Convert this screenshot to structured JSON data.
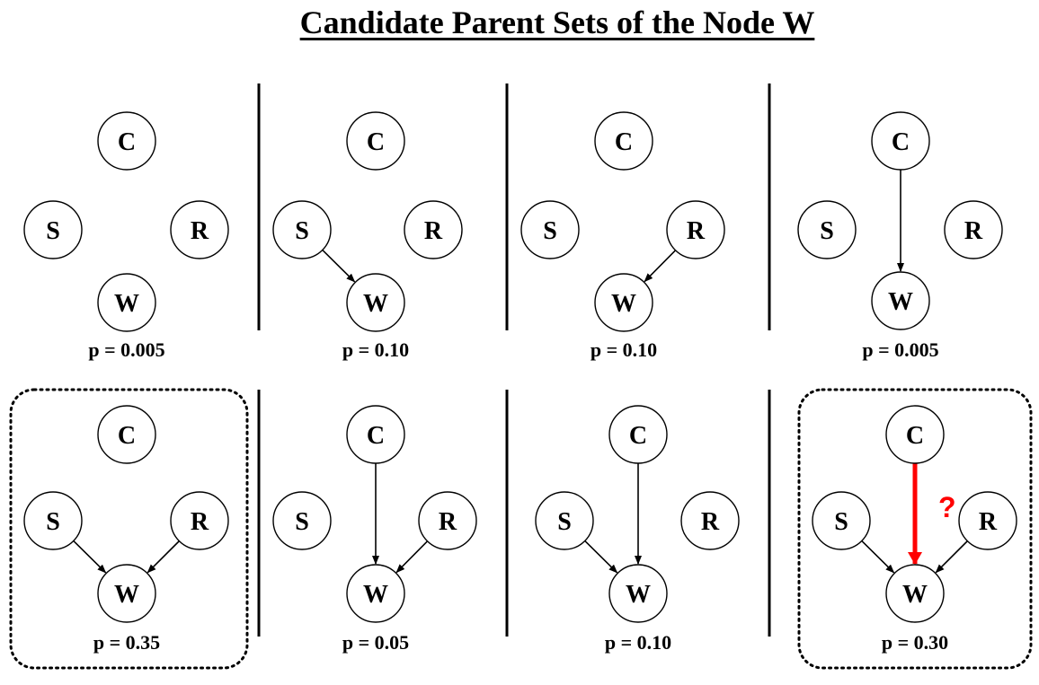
{
  "title": "Candidate Parent Sets of the Node W",
  "colors": {
    "ink": "#000000",
    "highlight": "#ff0000"
  },
  "nodes": [
    "C",
    "S",
    "R",
    "W"
  ],
  "panels": [
    {
      "parents": [],
      "probability": "p = 0.005",
      "highlighted": false
    },
    {
      "parents": [
        "S"
      ],
      "probability": "p = 0.10",
      "highlighted": false
    },
    {
      "parents": [
        "R"
      ],
      "probability": "p = 0.10",
      "highlighted": false
    },
    {
      "parents": [
        "C"
      ],
      "probability": "p = 0.005",
      "highlighted": false
    },
    {
      "parents": [
        "S",
        "R"
      ],
      "probability": "p = 0.35",
      "highlighted": true
    },
    {
      "parents": [
        "C",
        "R"
      ],
      "probability": "p = 0.05",
      "highlighted": false
    },
    {
      "parents": [
        "S",
        "C"
      ],
      "probability": "p = 0.10",
      "highlighted": false
    },
    {
      "parents": [
        "S",
        "R"
      ],
      "probability": "p = 0.30",
      "highlighted": true,
      "questioned_edge": {
        "from": "C",
        "to": "W",
        "mark": "?"
      }
    }
  ]
}
